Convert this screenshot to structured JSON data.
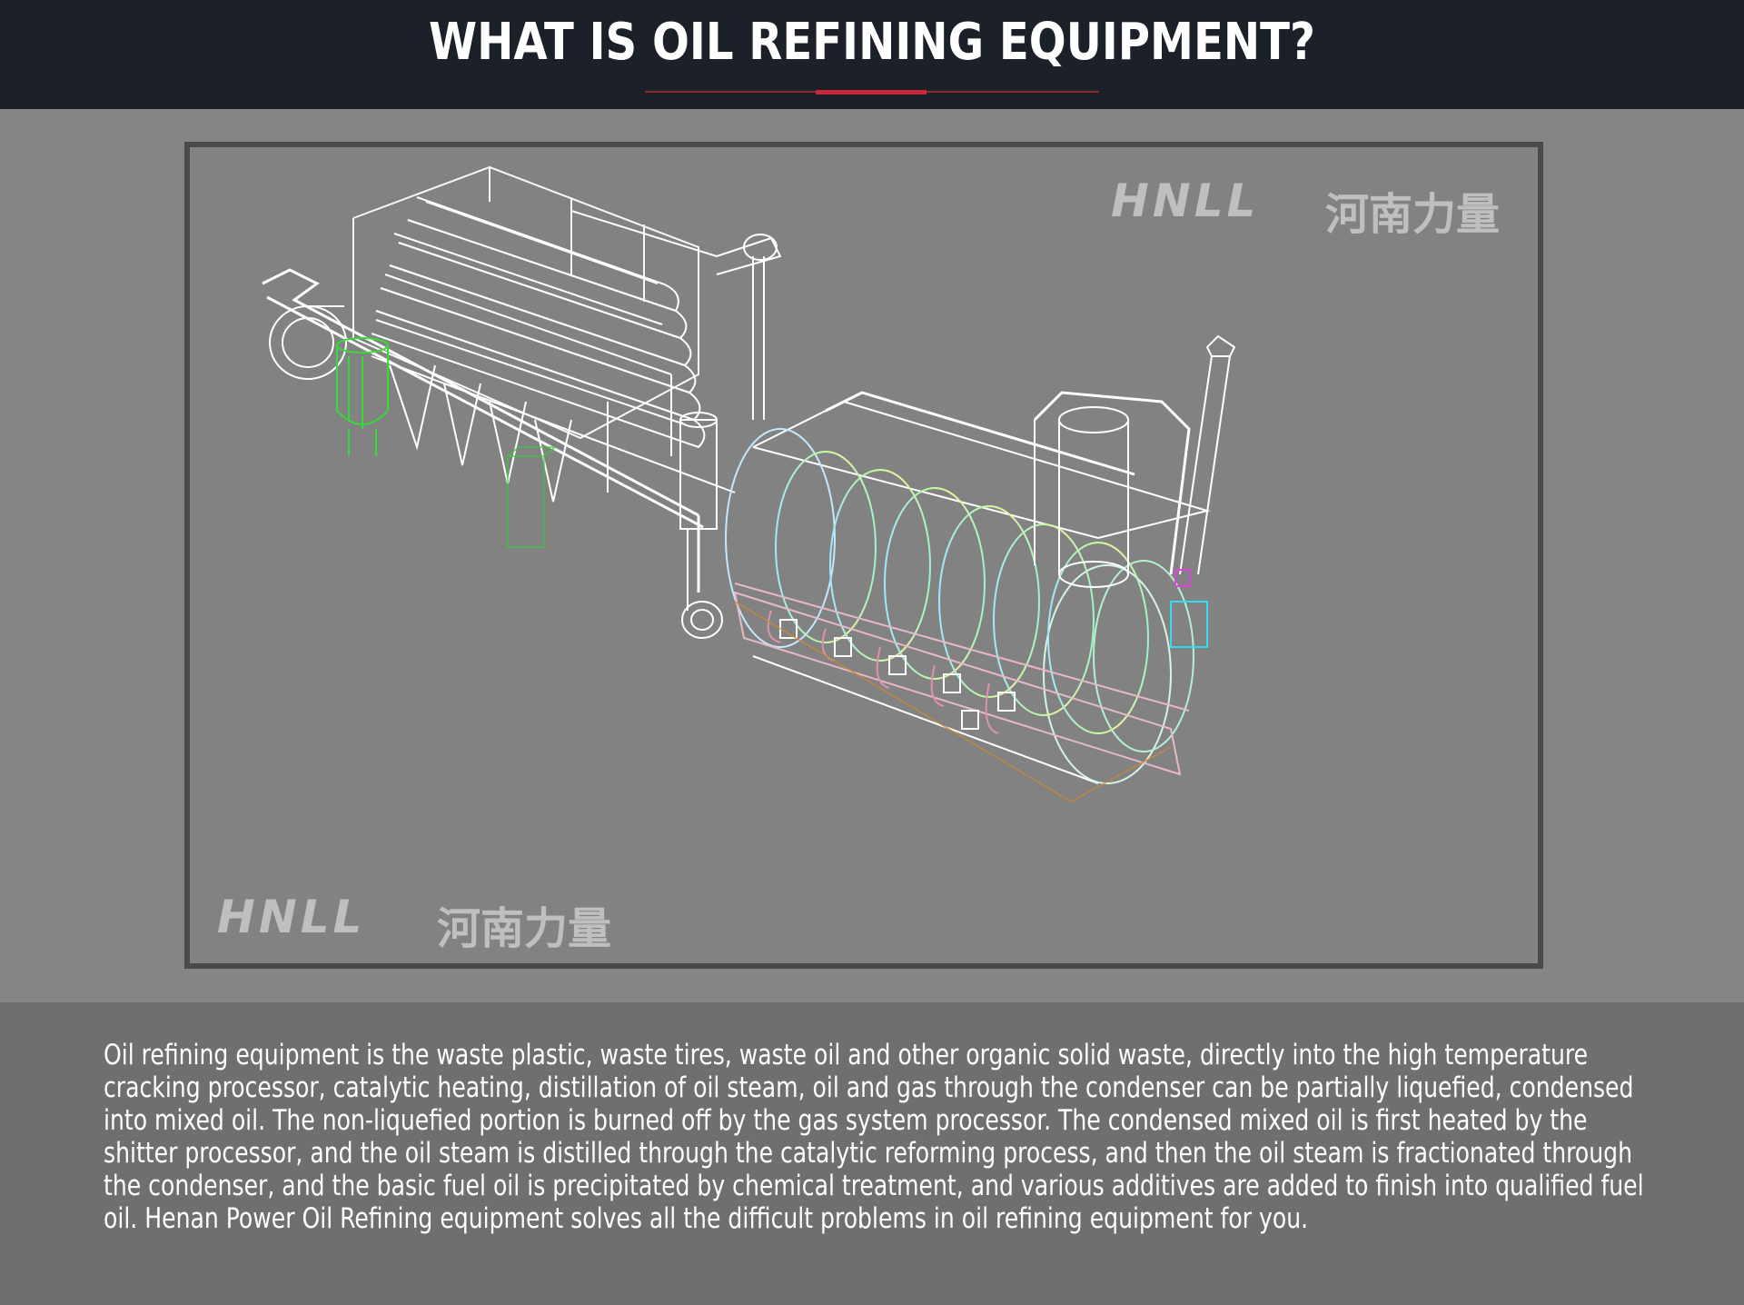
{
  "header": {
    "title": "WHAT IS OIL REFINING EQUIPMENT?"
  },
  "figure": {
    "watermark_logo_text": "HNLL",
    "watermark_cn_text": "河南力量"
  },
  "body": {
    "description": "Oil refining equipment is the waste plastic, waste tires, waste oil and other organic solid waste, directly into the high temperature cracking processor, catalytic heating, distillation of oil steam, oil and gas through the condenser can be partially liquefied, condensed into mixed oil. The non-liquefied portion is burned off by the gas system processor. The condensed mixed oil is first heated by the shitter processor, and the oil steam is distilled through the catalytic reforming process, and then the oil steam is fractionated through the condenser, and the basic fuel oil is precipitated by chemical treatment, and various additives are added to finish into qualified fuel oil. Henan Power Oil Refining equipment solves all the difficult problems in oil refining equipment for you."
  },
  "colors": {
    "header_bg": "#1c2029",
    "accent_red": "#c8283a",
    "canvas_bg": "#828282",
    "desc_bg": "#6e6f70",
    "wire_white": "#ffffff",
    "wire_green": "#33dd33"
  }
}
